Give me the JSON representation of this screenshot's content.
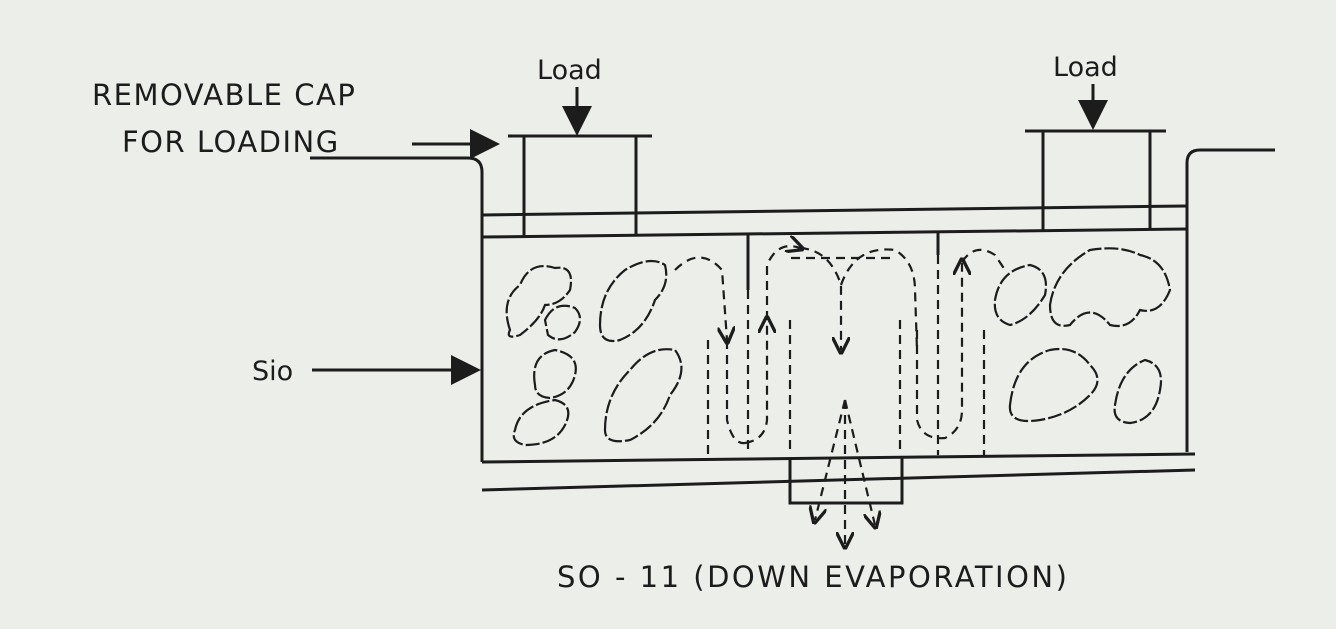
{
  "labels": {
    "cap_line1": "REMOVABLE CAP",
    "cap_line2": "FOR LOADING",
    "load_left": "Load",
    "load_right": "Load",
    "sio": "Sio",
    "caption": "SO - 11 (DOWN EVAPORATION)"
  },
  "colors": {
    "ink": "#1c1c1c",
    "paper": "#eceeea"
  }
}
